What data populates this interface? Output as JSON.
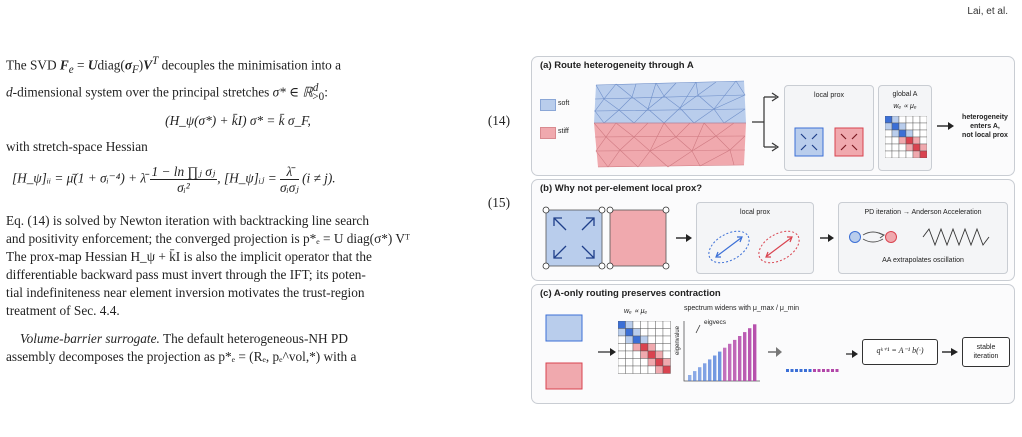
{
  "running_head": "Lai, et al.",
  "text": {
    "p1_a": "The SVD ",
    "p1_fe": "F",
    "p1_fe_sub": "e",
    "p1_b": " = ",
    "p1_U": "U",
    "p1_diag": "diag(",
    "p1_sigma": "σ",
    "p1_F_sub": "F",
    "p1_c": ")",
    "p1_V": "V",
    "p1_T": "T",
    "p1_d": " decouples the minimisation into a",
    "p1_line2_a": "d",
    "p1_line2_b": "-dimensional system over the principal stretches ",
    "p1_line2_c": "σ* ∈ ℝ",
    "p1_line2_sup": "d",
    "p1_line2_sub": ">0",
    "p1_line2_d": ":",
    "eq14": "(H_ψ(σ*) + k̄I) σ* = k̄ σ_F,",
    "eq14_num": "(14)",
    "p2": "with stretch-space Hessian",
    "eq15_left": "[H_ψ]ᵢᵢ = μ̄(1 + σᵢ⁻⁴) + λ̄",
    "eq15_frac_n": "1 − ln ∏ⱼ σⱼ",
    "eq15_frac_d": "σᵢ²",
    "eq15_mid": ",     [H_ψ]ᵢⱼ =",
    "eq15_frac2_n": "λ̄",
    "eq15_frac2_d": "σᵢσⱼ",
    "eq15_right": "(i ≠ j).",
    "eq15_num": "(15)",
    "p3_l1": "Eq. (14) is solved by Newton iteration with backtracking line search",
    "p3_l2": "and positivity enforcement; the converged projection is p*ₑ = U diag(σ*) Vᵀ",
    "p3_l3": "The prox-map Hessian H_ψ + k̄I is also the implicit operator that the",
    "p3_l4": "differentiable backward pass must invert through the IFT; its poten-",
    "p3_l5": "tial indefiniteness near element inversion motivates the trust-region",
    "p3_l6": "treatment of Sec. 4.4.",
    "p4_title": "Volume-barrier surrogate.",
    "p4_l1": " The default heterogeneous-NH PD",
    "p4_l2": "assembly decomposes the projection as p*ₑ = (Rₑ, pₑ^vol,*) with a"
  },
  "figure": {
    "panel_a": {
      "title": "(a)  Route heterogeneity through A",
      "legend_soft": "soft",
      "legend_stiff": "stiff",
      "local_prox": "local prox",
      "global_a": "global A",
      "weight": "wₑ ∝ μₑ",
      "result_l1": "heterogeneity",
      "result_l2": "enters A,",
      "result_l3": "not local prox"
    },
    "panel_b": {
      "title": "(b)  Why not per-element local prox?",
      "local_prox": "local prox",
      "pd_iter": "PD iteration → Anderson Acceleration",
      "aa_note": "AA extrapolates oscillation"
    },
    "panel_c": {
      "title": "(c)  A-only routing preserves contraction",
      "weight": "wₑ ∝ μₑ",
      "spectrum": "spectrum widens with μ_max / μ_min",
      "eigenvalue": "eigenvalue",
      "eigvecs": "eigvecs",
      "update": "qᵏ⁺¹ = A⁻¹ b(·)",
      "stable_l1": "stable",
      "stable_l2": "iteration"
    },
    "colors": {
      "soft": "#b9cdec",
      "stiff": "#f0a9ae",
      "blue_accent": "#3b6fd6",
      "red_accent": "#d9434f",
      "purple": "#b246a8"
    }
  }
}
